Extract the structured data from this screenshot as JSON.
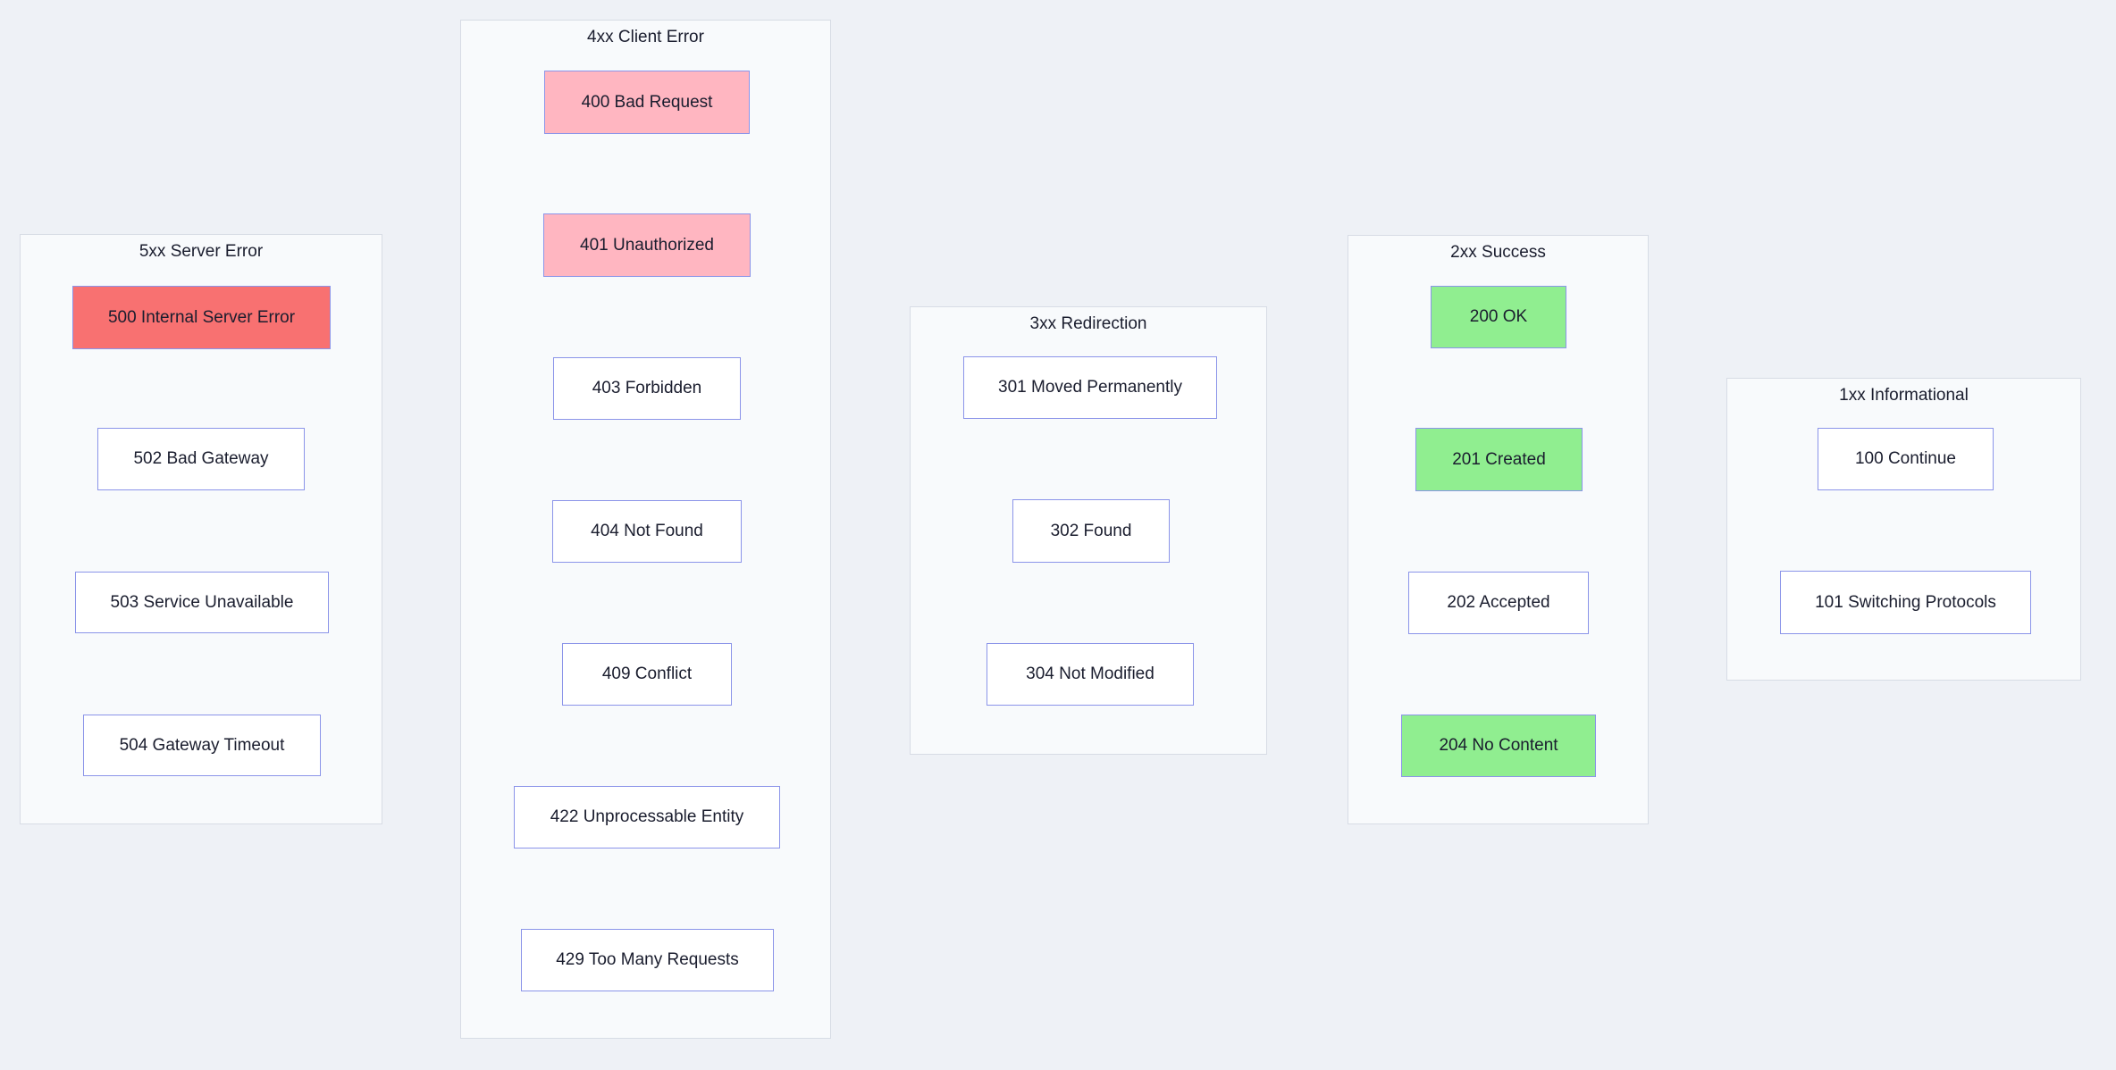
{
  "colors": {
    "page_background": "#eef1f6",
    "group_background": "#f8fafc",
    "group_border": "#d7dce5",
    "node_border": "#8b94e9",
    "node_fill_default": "#ffffff",
    "status_red": "#f87171",
    "status_pink": "#ffb6c1",
    "status_green": "#90ee90",
    "text": "#1a1d2e"
  },
  "diagram": {
    "groups": [
      {
        "title": "5xx Server Error",
        "nodes": [
          {
            "label": "500 Internal Server Error",
            "color": "red"
          },
          {
            "label": "502 Bad Gateway",
            "color": "white"
          },
          {
            "label": "503 Service Unavailable",
            "color": "white"
          },
          {
            "label": "504 Gateway Timeout",
            "color": "white"
          }
        ]
      },
      {
        "title": "4xx Client Error",
        "nodes": [
          {
            "label": "400 Bad Request",
            "color": "pink"
          },
          {
            "label": "401 Unauthorized",
            "color": "pink"
          },
          {
            "label": "403 Forbidden",
            "color": "white"
          },
          {
            "label": "404 Not Found",
            "color": "white"
          },
          {
            "label": "409 Conflict",
            "color": "white"
          },
          {
            "label": "422 Unprocessable Entity",
            "color": "white"
          },
          {
            "label": "429 Too Many Requests",
            "color": "white"
          }
        ]
      },
      {
        "title": "3xx Redirection",
        "nodes": [
          {
            "label": "301 Moved Permanently",
            "color": "white"
          },
          {
            "label": "302 Found",
            "color": "white"
          },
          {
            "label": "304 Not Modified",
            "color": "white"
          }
        ]
      },
      {
        "title": "2xx Success",
        "nodes": [
          {
            "label": "200 OK",
            "color": "green"
          },
          {
            "label": "201 Created",
            "color": "green"
          },
          {
            "label": "202 Accepted",
            "color": "white"
          },
          {
            "label": "204 No Content",
            "color": "green"
          }
        ]
      },
      {
        "title": "1xx Informational",
        "nodes": [
          {
            "label": "100 Continue",
            "color": "white"
          },
          {
            "label": "101 Switching Protocols",
            "color": "white"
          }
        ]
      }
    ]
  }
}
